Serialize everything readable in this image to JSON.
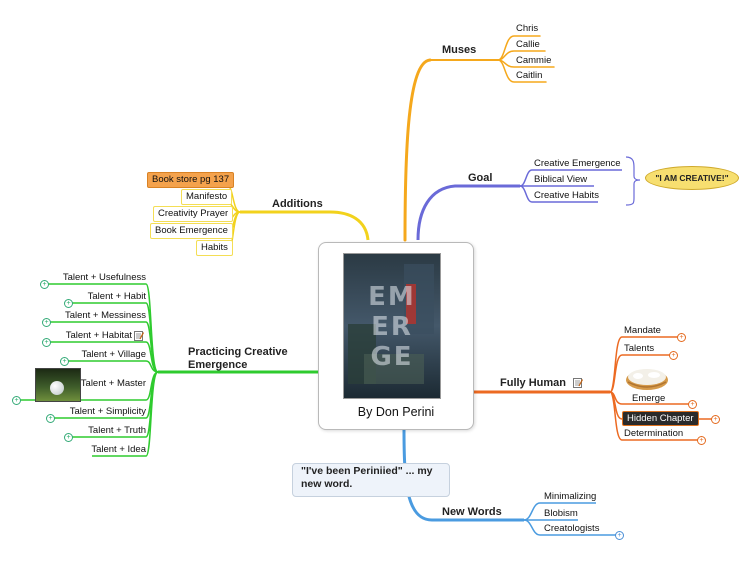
{
  "central": {
    "title": "By Don Perini",
    "book_letters": [
      "EM",
      "ER",
      "GE"
    ]
  },
  "branches": {
    "muses": {
      "label": "Muses",
      "items": [
        "Chris",
        "Callie",
        "Cammie",
        "Caitlin"
      ]
    },
    "goal": {
      "label": "Goal",
      "items": [
        "Creative  Emergence",
        "Biblical View",
        "Creative Habits"
      ],
      "callout": "\"I AM CREATIVE!\""
    },
    "additions": {
      "label": "Additions",
      "items": [
        "Book store pg 137",
        "Manifesto",
        "Creativity Prayer",
        "Book Emergence",
        "Habits"
      ]
    },
    "practicing": {
      "label": "Practicing Creative Emergence",
      "items": [
        "Talent + Usefulness",
        "Talent + Habit",
        "Talent + Messiness",
        "Talent + Habitat",
        "Talent + Village",
        "Talent + Master",
        "Talent + Simplicity",
        "Talent + Truth",
        "Talent + Idea"
      ]
    },
    "fully_human": {
      "label": "Fully Human",
      "items": [
        "Mandate",
        "Talents",
        "Emerge",
        "Hidden Chapter",
        "Determination"
      ]
    },
    "new_words": {
      "label": "New Words",
      "items": [
        "Minimalizing",
        "Blobism",
        "Creatologists"
      ],
      "quote": "\"I've been Periniied\" ... my new word."
    }
  },
  "colors": {
    "muses": "#f5a81c",
    "goal": "#6a6ad8",
    "additions": "#f2d21c",
    "practicing": "#2fcb2f",
    "fully_human": "#ec6a22",
    "new_words": "#4a9be0"
  }
}
